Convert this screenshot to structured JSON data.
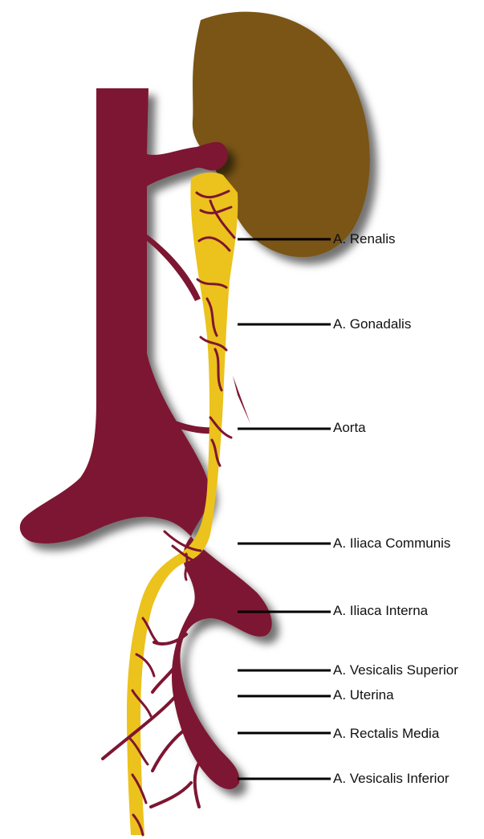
{
  "labels": {
    "renalis": "A. Renalis",
    "gonadalis": "A. Gonadalis",
    "aorta": "Aorta",
    "iliaca_communis": "A. Iliaca Communis",
    "iliaca_interna": "A. Iliaca Interna",
    "vesicalis_superior": "A. Vesicalis Superior",
    "uterina": "A. Uterina",
    "rectalis_media": "A. Rectalis Media",
    "vesicalis_inferior": "A. Vesicalis Inferior"
  },
  "colors": {
    "artery": "#7d1632",
    "kidney": "#7a5516",
    "ureter": "#ecc21c",
    "vessel_detail": "#7d1632",
    "leader_line": "#000000"
  }
}
